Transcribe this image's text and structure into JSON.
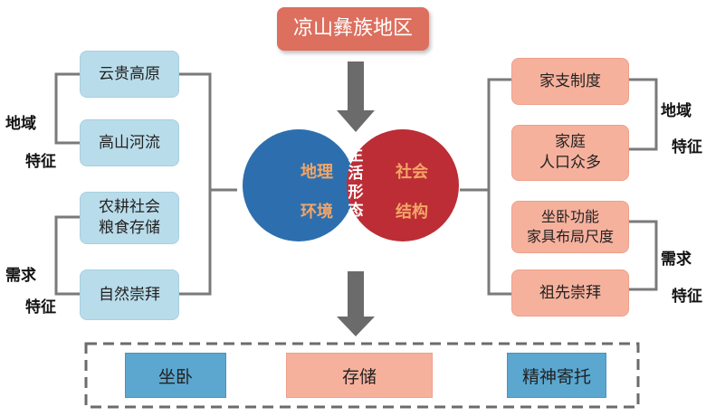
{
  "title": "凉山彝族地区",
  "left_boxes": [
    "云贵高原",
    "高山河流",
    "农耕社会\n粮食存储",
    "自然崇拜"
  ],
  "right_boxes": [
    "家支制度",
    "家庭\n人口众多",
    "坐卧功能\n家具布局尺度",
    "祖先崇拜"
  ],
  "left_labels": {
    "region": [
      "地域",
      "特征"
    ],
    "demand": [
      "需求",
      "特征"
    ]
  },
  "right_labels": {
    "region": [
      "地域",
      "特征"
    ],
    "demand": [
      "需求",
      "特征"
    ]
  },
  "center": {
    "left_circle": [
      "地理",
      "环境"
    ],
    "right_circle": [
      "社会",
      "结构"
    ],
    "overlap": "生活形态"
  },
  "outputs": [
    "坐卧",
    "存储",
    "精神寄托"
  ],
  "colors": {
    "title_bg": "#dd6f5e",
    "blue_box": "#b9dcea",
    "salmon_box": "#f6b19d",
    "blue_circle": "#2d6fae",
    "red_circle": "#bc2d36",
    "arrow": "#6b6b6b"
  }
}
